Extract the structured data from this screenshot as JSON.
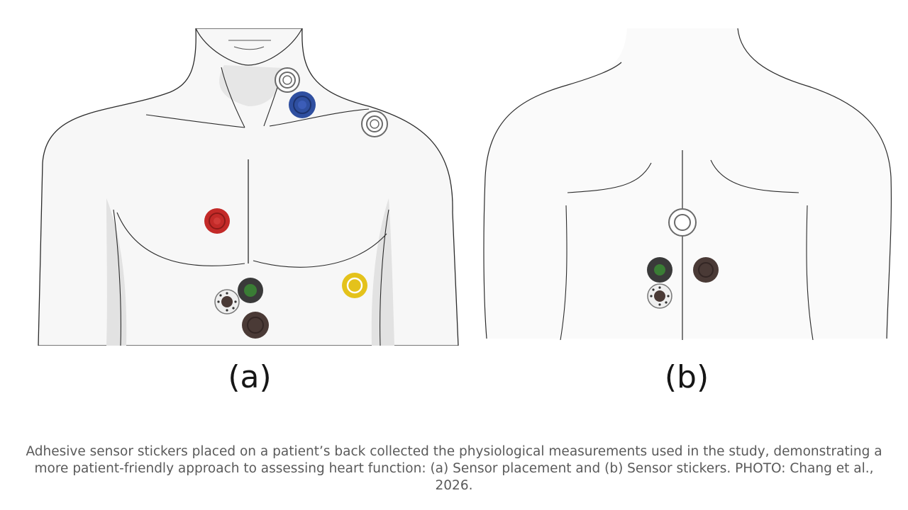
{
  "figure": {
    "panels": [
      {
        "label": "(a)",
        "view": "front-torso",
        "sensor_colors": [
          "#ffffff",
          "#2f4fa0",
          "#ffffff",
          "#c32a28",
          "#3a7d35",
          "#e4c21b",
          "#4a3a36",
          "#4a3a36"
        ]
      },
      {
        "label": "(b)",
        "view": "back-torso",
        "sensor_colors": [
          "#ffffff",
          "#3a7d35",
          "#4a3a36",
          "#4a3a36"
        ]
      }
    ]
  },
  "caption": "Adhesive sensor stickers placed on a patient’s back collected the physiological measurements used in the study, demonstrating a more patient-friendly approach to assessing heart function: (a) Sensor placement and (b) Sensor stickers. PHOTO: Chang et al., 2026.",
  "colors": {
    "skin": "#f7f7f7",
    "shade": "#e2e2e2",
    "outline": "#2b2b2b",
    "sensor_red": "#c32a28",
    "sensor_blue": "#2f4fa0",
    "sensor_green": "#3a7d35",
    "sensor_yellow": "#e4c21b",
    "sensor_dark": "#4a3a36"
  }
}
